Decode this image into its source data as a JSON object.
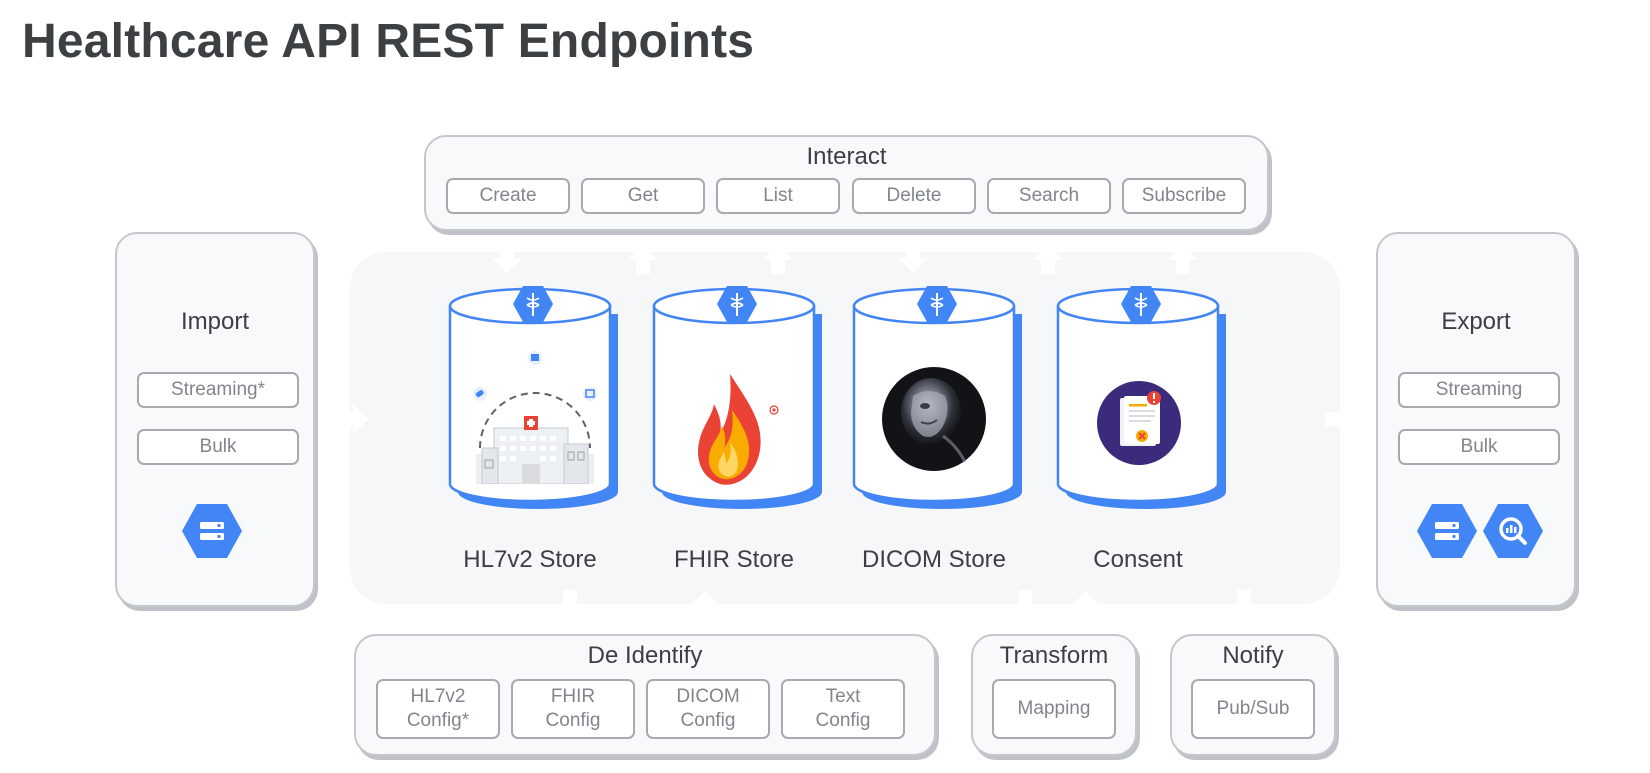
{
  "title": "Healthcare API REST Endpoints",
  "interact": {
    "title": "Interact",
    "buttons": [
      "Create",
      "Get",
      "List",
      "Delete",
      "Search",
      "Subscribe"
    ]
  },
  "import": {
    "title": "Import",
    "buttons": [
      "Streaming*",
      "Bulk"
    ],
    "icons": [
      "cloud-storage-icon"
    ]
  },
  "export": {
    "title": "Export",
    "buttons": [
      "Streaming",
      "Bulk"
    ],
    "icons": [
      "cloud-storage-icon",
      "bigquery-icon"
    ]
  },
  "stores": [
    {
      "label": "HL7v2 Store",
      "icon": "hospital-icon"
    },
    {
      "label": "FHIR Store",
      "icon": "fhir-flame-icon"
    },
    {
      "label": "DICOM Store",
      "icon": "ultrasound-image-icon"
    },
    {
      "label": "Consent",
      "icon": "consent-document-icon"
    }
  ],
  "deidentify": {
    "title": "De Identify",
    "buttons": [
      "HL7v2\nConfig*",
      "FHIR\nConfig",
      "DICOM\nConfig",
      "Text\nConfig"
    ]
  },
  "transform": {
    "title": "Transform",
    "buttons": [
      "Mapping"
    ]
  },
  "notify": {
    "title": "Notify",
    "buttons": [
      "Pub/Sub"
    ]
  },
  "colors": {
    "accent": "#4285f4",
    "text": "#3c4043",
    "button_text": "#80868b",
    "panel_bg": "#f8f9fa"
  }
}
